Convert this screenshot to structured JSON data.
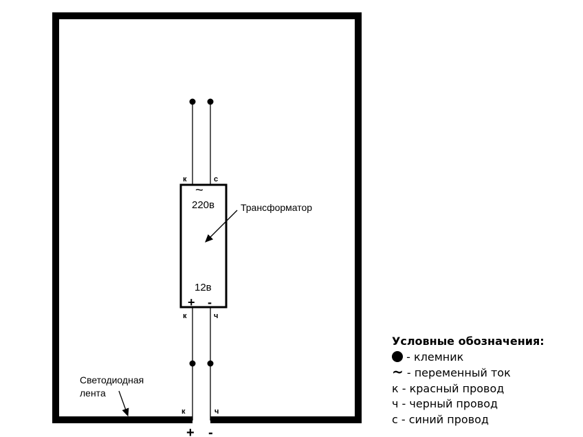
{
  "diagram": {
    "transformer_label": "Трансформатор",
    "ac_symbol": "~",
    "input_voltage": "220в",
    "output_voltage": "12в",
    "plus": "+",
    "minus": "-",
    "top_left_wire": "к",
    "top_right_wire": "с",
    "bottom_left_wire": "к",
    "bottom_right_wire": "ч",
    "strip_left_wire": "к",
    "strip_right_wire": "ч",
    "strip_label_line1": "Светодиодная",
    "strip_label_line2": "лента",
    "strip_plus": "+",
    "strip_minus": "-"
  },
  "legend": {
    "title": "Условные обозначения:",
    "items": [
      {
        "symbol": "dot",
        "text": "- клемник"
      },
      {
        "symbol": "~",
        "text": " - переменный ток"
      },
      {
        "symbol": "",
        "text": "к - красный провод"
      },
      {
        "symbol": "",
        "text": "ч - черный провод"
      },
      {
        "symbol": "",
        "text": "с - синий провод"
      }
    ]
  }
}
